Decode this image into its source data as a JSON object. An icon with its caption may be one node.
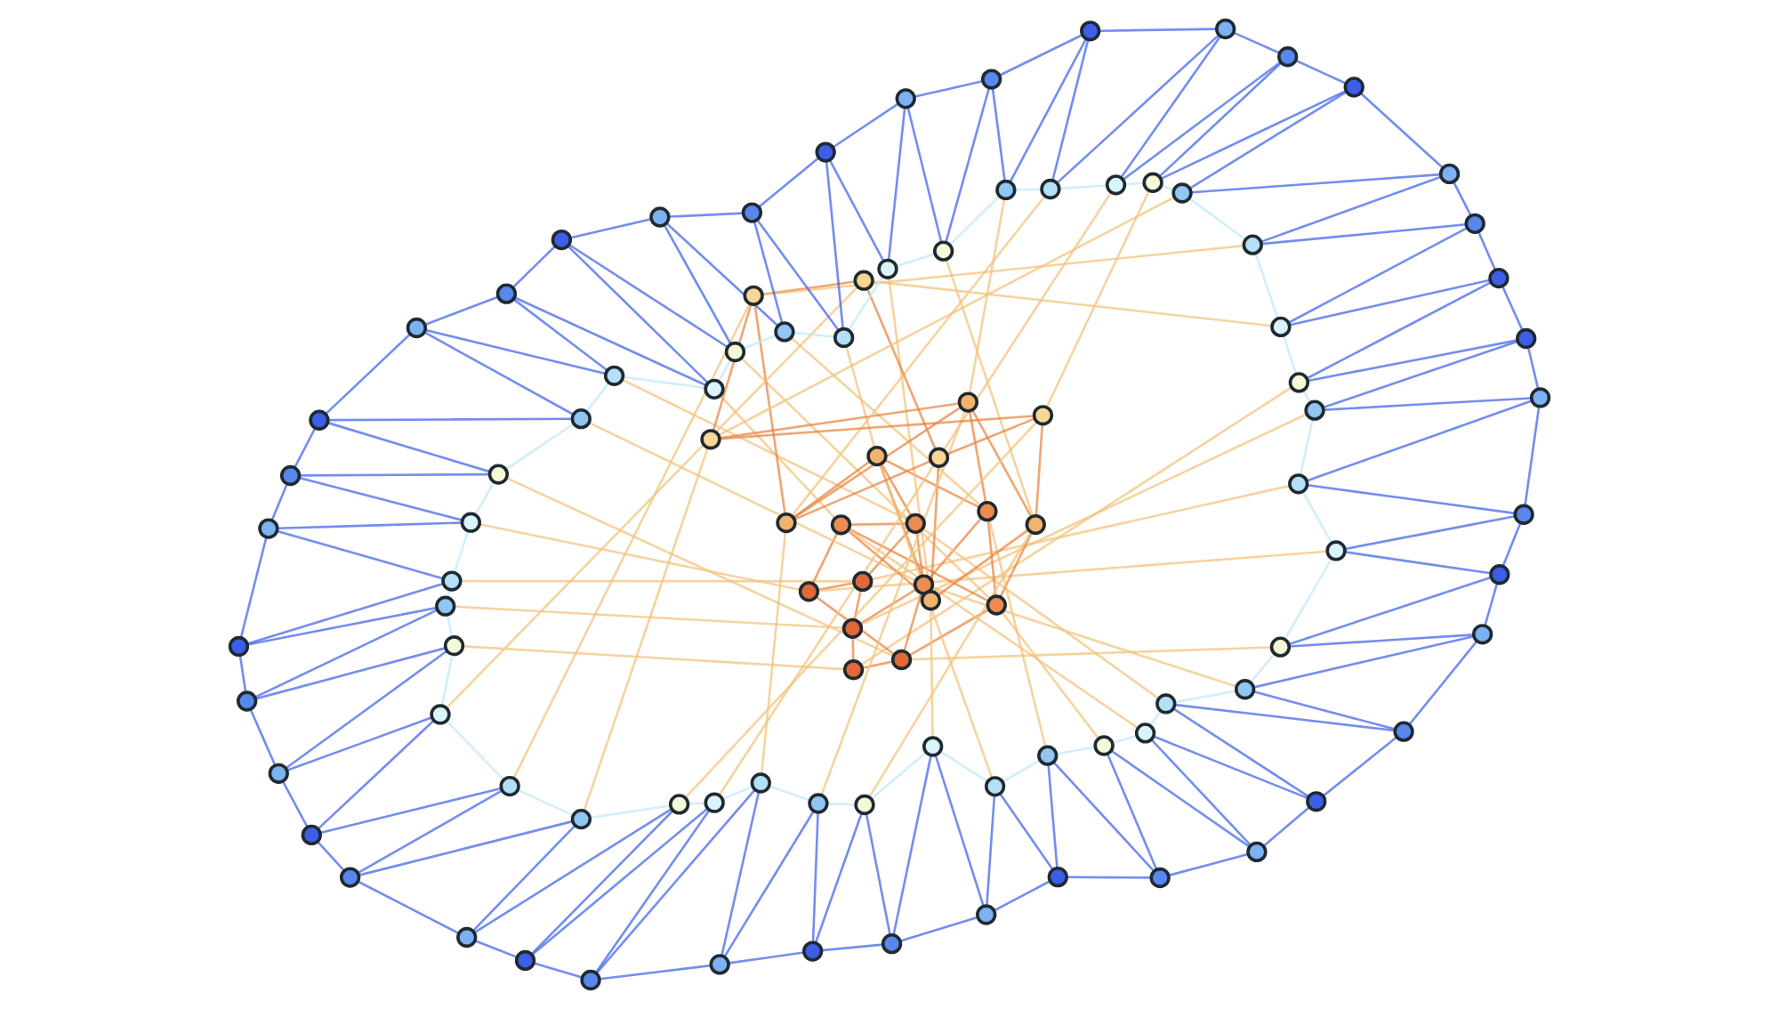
{
  "diagram": {
    "nodes": [
      {
        "text": [],
        "shape": "circle"
      },
      {
        "text": [],
        "shape": "circle"
      },
      {
        "text": [],
        "shape": "circle"
      },
      {
        "text": [],
        "shape": "circle"
      },
      {
        "text": [],
        "shape": "circle"
      },
      {
        "text": [],
        "shape": "circle"
      },
      {
        "text": [],
        "shape": "circle"
      },
      {
        "text": [],
        "shape": "circle"
      },
      {
        "text": [],
        "shape": "circle"
      },
      {
        "text": [],
        "shape": "circle"
      },
      {
        "text": [],
        "shape": "circle"
      },
      {
        "text": [],
        "shape": "circle"
      },
      {
        "text": [],
        "shape": "circle"
      },
      {
        "text": [],
        "shape": "circle"
      },
      {
        "text": [],
        "shape": "circle"
      },
      {
        "text": [],
        "shape": "circle"
      },
      {
        "text": [],
        "shape": "circle"
      },
      {
        "text": [],
        "shape": "circle"
      },
      {
        "text": [],
        "shape": "circle"
      },
      {
        "text": [],
        "shape": "circle"
      },
      {
        "text": [],
        "shape": "circle"
      },
      {
        "text": [],
        "shape": "circle"
      },
      {
        "text": [],
        "shape": "circle"
      },
      {
        "text": [],
        "shape": "circle"
      },
      {
        "text": [],
        "shape": "circle"
      },
      {
        "text": [],
        "shape": "circle"
      },
      {
        "text": [],
        "shape": "circle"
      },
      {
        "text": [],
        "shape": "circle"
      },
      {
        "text": [],
        "shape": "circle"
      },
      {
        "text": [],
        "shape": "circle"
      },
      {
        "text": [],
        "shape": "circle"
      },
      {
        "text": [],
        "shape": "circle"
      },
      {
        "text": [],
        "shape": "circle"
      },
      {
        "text": [],
        "shape": "circle"
      },
      {
        "text": [],
        "shape": "circle"
      },
      {
        "text": [],
        "shape": "circle"
      },
      {
        "text": [],
        "shape": "circle"
      },
      {
        "text": [],
        "shape": "circle"
      },
      {
        "text": [],
        "shape": "circle"
      },
      {
        "text": [],
        "shape": "circle"
      },
      {
        "text": [],
        "shape": "circle"
      },
      {
        "text": [],
        "shape": "circle"
      },
      {
        "text": [],
        "shape": "circle"
      },
      {
        "text": [],
        "shape": "circle"
      },
      {
        "text": [],
        "shape": "circle"
      },
      {
        "text": [],
        "shape": "circle"
      },
      {
        "text": [],
        "shape": "circle"
      },
      {
        "text": [],
        "shape": "circle"
      },
      {
        "text": [],
        "shape": "circle"
      },
      {
        "text": [],
        "shape": "circle"
      },
      {
        "text": [],
        "shape": "circle"
      },
      {
        "text": [],
        "shape": "circle"
      },
      {
        "text": [],
        "shape": "circle"
      },
      {
        "text": [],
        "shape": "circle"
      },
      {
        "text": [],
        "shape": "circle"
      },
      {
        "text": [],
        "shape": "circle"
      },
      {
        "text": [],
        "shape": "circle"
      },
      {
        "text": [],
        "shape": "circle"
      },
      {
        "text": [],
        "shape": "circle"
      },
      {
        "text": [],
        "shape": "circle"
      },
      {
        "text": [],
        "shape": "circle"
      },
      {
        "text": [],
        "shape": "circle"
      },
      {
        "text": [],
        "shape": "circle"
      },
      {
        "text": [],
        "shape": "circle"
      },
      {
        "text": [],
        "shape": "circle"
      },
      {
        "text": [],
        "shape": "circle"
      },
      {
        "text": [],
        "shape": "circle"
      },
      {
        "text": [],
        "shape": "circle"
      },
      {
        "text": [],
        "shape": "circle"
      },
      {
        "text": [],
        "shape": "circle"
      },
      {
        "text": [],
        "shape": "circle"
      },
      {
        "text": [],
        "shape": "circle"
      },
      {
        "text": [],
        "shape": "circle"
      },
      {
        "text": [],
        "shape": "circle"
      },
      {
        "text": [],
        "shape": "circle"
      },
      {
        "text": [],
        "shape": "circle"
      },
      {
        "text": [],
        "shape": "circle"
      },
      {
        "text": [],
        "shape": "circle"
      },
      {
        "text": [],
        "shape": "circle"
      },
      {
        "text": [],
        "shape": "circle"
      },
      {
        "text": [],
        "shape": "circle"
      },
      {
        "text": [],
        "shape": "circle"
      },
      {
        "text": [],
        "shape": "circle"
      },
      {
        "text": [],
        "shape": "circle"
      },
      {
        "text": [],
        "shape": "circle"
      },
      {
        "text": [],
        "shape": "circle"
      },
      {
        "text": [],
        "shape": "circle"
      },
      {
        "text": [],
        "shape": "circle"
      },
      {
        "text": [],
        "shape": "circle"
      },
      {
        "text": [],
        "shape": "circle"
      },
      {
        "text": [],
        "shape": "circle"
      },
      {
        "text": [],
        "shape": "circle"
      },
      {
        "text": [],
        "shape": "circle"
      },
      {
        "text": [],
        "shape": "circle"
      },
      {
        "text": [],
        "shape": "circle"
      },
      {
        "text": [],
        "shape": "circle"
      },
      {
        "text": [],
        "shape": "circle"
      },
      {
        "text": [],
        "shape": "circle"
      },
      {
        "text": [],
        "shape": "circle"
      },
      {
        "text": [],
        "shape": "circle"
      }
    ],
    "edges": [
      {
        "from": 0,
        "to": 1,
        "arrow": "none",
        "color": "#e8843f"
      },
      {
        "from": 1,
        "to": 2,
        "arrow": "none",
        "color": "#e8843f"
      },
      {
        "from": 2,
        "to": 3,
        "arrow": "none",
        "color": "#e8843f"
      },
      {
        "from": 3,
        "to": 4,
        "arrow": "none",
        "color": "#e8843f"
      },
      {
        "from": 4,
        "to": 5,
        "arrow": "none",
        "color": "#e8843f"
      },
      {
        "from": 5,
        "to": 6,
        "arrow": "none",
        "color": "#e8843f"
      },
      {
        "from": 6,
        "to": 7,
        "arrow": "none",
        "color": "#e8843f"
      },
      {
        "from": 7,
        "to": 8,
        "arrow": "none",
        "color": "#e8843f"
      },
      {
        "from": 8,
        "to": 9,
        "arrow": "none",
        "color": "#e8843f"
      },
      {
        "from": 9,
        "to": 10,
        "arrow": "none",
        "color": "#e8843f"
      },
      {
        "from": 10,
        "to": 11,
        "arrow": "none",
        "color": "#e8843f"
      },
      {
        "from": 11,
        "to": 12,
        "arrow": "none",
        "color": "#e8843f"
      },
      {
        "from": 12,
        "to": 13,
        "arrow": "none",
        "color": "#e8843f"
      },
      {
        "from": 13,
        "to": 14,
        "arrow": "none",
        "color": "#e8843f"
      },
      {
        "from": 14,
        "to": 15,
        "arrow": "none",
        "color": "#e8843f"
      },
      {
        "from": 15,
        "to": 16,
        "arrow": "none",
        "color": "#e8843f"
      },
      {
        "from": 16,
        "to": 17,
        "arrow": "none",
        "color": "#e8843f"
      },
      {
        "from": 17,
        "to": 18,
        "arrow": "none",
        "color": "#e8843f"
      },
      {
        "from": 18,
        "to": 19,
        "arrow": "none",
        "color": "#e8843f"
      },
      {
        "from": 0,
        "to": 4,
        "arrow": "none",
        "color": "#e8843f"
      },
      {
        "from": 1,
        "to": 5,
        "arrow": "none",
        "color": "#e8843f"
      },
      {
        "from": 2,
        "to": 6,
        "arrow": "none",
        "color": "#e8843f"
      },
      {
        "from": 3,
        "to": 7,
        "arrow": "none",
        "color": "#e8843f"
      },
      {
        "from": 4,
        "to": 8,
        "arrow": "none",
        "color": "#e8843f"
      },
      {
        "from": 5,
        "to": 9,
        "arrow": "none",
        "color": "#e8843f"
      },
      {
        "from": 6,
        "to": 10,
        "arrow": "none",
        "color": "#e8843f"
      },
      {
        "from": 7,
        "to": 11,
        "arrow": "none",
        "color": "#e8843f"
      },
      {
        "from": 8,
        "to": 12,
        "arrow": "none",
        "color": "#e8843f"
      },
      {
        "from": 9,
        "to": 13,
        "arrow": "none",
        "color": "#e8843f"
      },
      {
        "from": 10,
        "to": 14,
        "arrow": "none",
        "color": "#e8843f"
      },
      {
        "from": 11,
        "to": 15,
        "arrow": "none",
        "color": "#e8843f"
      },
      {
        "from": 12,
        "to": 16,
        "arrow": "none",
        "color": "#e8843f"
      },
      {
        "from": 13,
        "to": 17,
        "arrow": "none",
        "color": "#e8843f"
      },
      {
        "from": 14,
        "to": 18,
        "arrow": "none",
        "color": "#e8843f"
      },
      {
        "from": 15,
        "to": 19,
        "arrow": "none",
        "color": "#e8843f"
      },
      {
        "from": 0,
        "to": 20,
        "arrow": "none",
        "color": "#f2c27a"
      },
      {
        "from": 1,
        "to": 21,
        "arrow": "none",
        "color": "#f2c27a"
      },
      {
        "from": 2,
        "to": 22,
        "arrow": "none",
        "color": "#f2c27a"
      },
      {
        "from": 3,
        "to": 23,
        "arrow": "none",
        "color": "#f2c27a"
      },
      {
        "from": 4,
        "to": 24,
        "arrow": "none",
        "color": "#f2c27a"
      },
      {
        "from": 5,
        "to": 25,
        "arrow": "none",
        "color": "#f2c27a"
      },
      {
        "from": 6,
        "to": 26,
        "arrow": "none",
        "color": "#f2c27a"
      },
      {
        "from": 7,
        "to": 27,
        "arrow": "none",
        "color": "#f2c27a"
      },
      {
        "from": 8,
        "to": 28,
        "arrow": "none",
        "color": "#f2c27a"
      },
      {
        "from": 9,
        "to": 29,
        "arrow": "none",
        "color": "#f2c27a"
      },
      {
        "from": 10,
        "to": 30,
        "arrow": "none",
        "color": "#f2c27a"
      },
      {
        "from": 11,
        "to": 31,
        "arrow": "none",
        "color": "#f2c27a"
      },
      {
        "from": 12,
        "to": 32,
        "arrow": "none",
        "color": "#f2c27a"
      },
      {
        "from": 13,
        "to": 33,
        "arrow": "none",
        "color": "#f2c27a"
      },
      {
        "from": 14,
        "to": 34,
        "arrow": "none",
        "color": "#f2c27a"
      },
      {
        "from": 15,
        "to": 35,
        "arrow": "none",
        "color": "#f2c27a"
      },
      {
        "from": 16,
        "to": 36,
        "arrow": "none",
        "color": "#f2c27a"
      },
      {
        "from": 17,
        "to": 37,
        "arrow": "none",
        "color": "#f2c27a"
      },
      {
        "from": 18,
        "to": 38,
        "arrow": "none",
        "color": "#f2c27a"
      },
      {
        "from": 19,
        "to": 39,
        "arrow": "none",
        "color": "#f2c27a"
      },
      {
        "from": 0,
        "to": 40,
        "arrow": "none",
        "color": "#f2c27a"
      },
      {
        "from": 1,
        "to": 41,
        "arrow": "none",
        "color": "#f2c27a"
      },
      {
        "from": 2,
        "to": 42,
        "arrow": "none",
        "color": "#f2c27a"
      },
      {
        "from": 3,
        "to": 43,
        "arrow": "none",
        "color": "#f2c27a"
      },
      {
        "from": 4,
        "to": 44,
        "arrow": "none",
        "color": "#f2c27a"
      },
      {
        "from": 5,
        "to": 45,
        "arrow": "none",
        "color": "#f2c27a"
      },
      {
        "from": 6,
        "to": 46,
        "arrow": "none",
        "color": "#f2c27a"
      },
      {
        "from": 7,
        "to": 47,
        "arrow": "none",
        "color": "#f2c27a"
      },
      {
        "from": 8,
        "to": 48,
        "arrow": "none",
        "color": "#f2c27a"
      },
      {
        "from": 9,
        "to": 49,
        "arrow": "none",
        "color": "#f2c27a"
      },
      {
        "from": 10,
        "to": 50,
        "arrow": "none",
        "color": "#f2c27a"
      },
      {
        "from": 11,
        "to": 51,
        "arrow": "none",
        "color": "#f2c27a"
      },
      {
        "from": 12,
        "to": 52,
        "arrow": "none",
        "color": "#f2c27a"
      },
      {
        "from": 13,
        "to": 53,
        "arrow": "none",
        "color": "#f2c27a"
      },
      {
        "from": 14,
        "to": 54,
        "arrow": "none",
        "color": "#f2c27a"
      },
      {
        "from": 15,
        "to": 55,
        "arrow": "none",
        "color": "#f2c27a"
      },
      {
        "from": 16,
        "to": 56,
        "arrow": "none",
        "color": "#f2c27a"
      },
      {
        "from": 17,
        "to": 57,
        "arrow": "none",
        "color": "#f2c27a"
      },
      {
        "from": 18,
        "to": 58,
        "arrow": "none",
        "color": "#f2c27a"
      },
      {
        "from": 19,
        "to": 59,
        "arrow": "none",
        "color": "#f2c27a"
      },
      {
        "from": 20,
        "to": 21,
        "arrow": "none",
        "color": "#bfe9f7"
      },
      {
        "from": 21,
        "to": 22,
        "arrow": "none",
        "color": "#bfe9f7"
      },
      {
        "from": 22,
        "to": 23,
        "arrow": "none",
        "color": "#bfe9f7"
      },
      {
        "from": 23,
        "to": 24,
        "arrow": "none",
        "color": "#bfe9f7"
      },
      {
        "from": 24,
        "to": 25,
        "arrow": "none",
        "color": "#bfe9f7"
      },
      {
        "from": 25,
        "to": 26,
        "arrow": "none",
        "color": "#bfe9f7"
      },
      {
        "from": 26,
        "to": 27,
        "arrow": "none",
        "color": "#bfe9f7"
      },
      {
        "from": 27,
        "to": 28,
        "arrow": "none",
        "color": "#bfe9f7"
      },
      {
        "from": 28,
        "to": 29,
        "arrow": "none",
        "color": "#bfe9f7"
      },
      {
        "from": 29,
        "to": 30,
        "arrow": "none",
        "color": "#bfe9f7"
      },
      {
        "from": 30,
        "to": 31,
        "arrow": "none",
        "color": "#bfe9f7"
      },
      {
        "from": 31,
        "to": 32,
        "arrow": "none",
        "color": "#bfe9f7"
      },
      {
        "from": 32,
        "to": 33,
        "arrow": "none",
        "color": "#bfe9f7"
      },
      {
        "from": 33,
        "to": 34,
        "arrow": "none",
        "color": "#bfe9f7"
      },
      {
        "from": 34,
        "to": 35,
        "arrow": "none",
        "color": "#bfe9f7"
      },
      {
        "from": 35,
        "to": 36,
        "arrow": "none",
        "color": "#bfe9f7"
      },
      {
        "from": 36,
        "to": 37,
        "arrow": "none",
        "color": "#bfe9f7"
      },
      {
        "from": 37,
        "to": 38,
        "arrow": "none",
        "color": "#bfe9f7"
      },
      {
        "from": 38,
        "to": 39,
        "arrow": "none",
        "color": "#bfe9f7"
      },
      {
        "from": 39,
        "to": 40,
        "arrow": "none",
        "color": "#bfe9f7"
      },
      {
        "from": 40,
        "to": 41,
        "arrow": "none",
        "color": "#bfe9f7"
      },
      {
        "from": 41,
        "to": 42,
        "arrow": "none",
        "color": "#bfe9f7"
      },
      {
        "from": 42,
        "to": 43,
        "arrow": "none",
        "color": "#bfe9f7"
      },
      {
        "from": 43,
        "to": 44,
        "arrow": "none",
        "color": "#bfe9f7"
      },
      {
        "from": 44,
        "to": 45,
        "arrow": "none",
        "color": "#bfe9f7"
      },
      {
        "from": 45,
        "to": 46,
        "arrow": "none",
        "color": "#bfe9f7"
      },
      {
        "from": 46,
        "to": 47,
        "arrow": "none",
        "color": "#bfe9f7"
      },
      {
        "from": 47,
        "to": 48,
        "arrow": "none",
        "color": "#bfe9f7"
      },
      {
        "from": 48,
        "to": 49,
        "arrow": "none",
        "color": "#bfe9f7"
      },
      {
        "from": 49,
        "to": 50,
        "arrow": "none",
        "color": "#bfe9f7"
      },
      {
        "from": 50,
        "to": 51,
        "arrow": "none",
        "color": "#bfe9f7"
      },
      {
        "from": 51,
        "to": 52,
        "arrow": "none",
        "color": "#bfe9f7"
      },
      {
        "from": 52,
        "to": 53,
        "arrow": "none",
        "color": "#bfe9f7"
      },
      {
        "from": 53,
        "to": 54,
        "arrow": "none",
        "color": "#bfe9f7"
      },
      {
        "from": 54,
        "to": 55,
        "arrow": "none",
        "color": "#bfe9f7"
      },
      {
        "from": 55,
        "to": 56,
        "arrow": "none",
        "color": "#bfe9f7"
      },
      {
        "from": 56,
        "to": 57,
        "arrow": "none",
        "color": "#bfe9f7"
      },
      {
        "from": 57,
        "to": 58,
        "arrow": "none",
        "color": "#bfe9f7"
      },
      {
        "from": 58,
        "to": 59,
        "arrow": "none",
        "color": "#bfe9f7"
      },
      {
        "from": 59,
        "to": 20,
        "arrow": "none",
        "color": "#bfe9f7"
      },
      {
        "from": 20,
        "to": 60,
        "arrow": "none"
      },
      {
        "from": 21,
        "to": 61,
        "arrow": "none"
      },
      {
        "from": 22,
        "to": 62,
        "arrow": "none"
      },
      {
        "from": 23,
        "to": 63,
        "arrow": "none"
      },
      {
        "from": 24,
        "to": 64,
        "arrow": "none"
      },
      {
        "from": 25,
        "to": 65,
        "arrow": "none"
      },
      {
        "from": 26,
        "to": 66,
        "arrow": "none"
      },
      {
        "from": 27,
        "to": 67,
        "arrow": "none"
      },
      {
        "from": 28,
        "to": 68,
        "arrow": "none"
      },
      {
        "from": 29,
        "to": 69,
        "arrow": "none"
      },
      {
        "from": 30,
        "to": 70,
        "arrow": "none"
      },
      {
        "from": 31,
        "to": 71,
        "arrow": "none"
      },
      {
        "from": 32,
        "to": 72,
        "arrow": "none"
      },
      {
        "from": 33,
        "to": 73,
        "arrow": "none"
      },
      {
        "from": 34,
        "to": 74,
        "arrow": "none"
      },
      {
        "from": 35,
        "to": 75,
        "arrow": "none"
      },
      {
        "from": 36,
        "to": 76,
        "arrow": "none"
      },
      {
        "from": 37,
        "to": 77,
        "arrow": "none"
      },
      {
        "from": 38,
        "to": 78,
        "arrow": "none"
      },
      {
        "from": 39,
        "to": 79,
        "arrow": "none"
      },
      {
        "from": 40,
        "to": 80,
        "arrow": "none"
      },
      {
        "from": 41,
        "to": 81,
        "arrow": "none"
      },
      {
        "from": 42,
        "to": 82,
        "arrow": "none"
      },
      {
        "from": 43,
        "to": 83,
        "arrow": "none"
      },
      {
        "from": 44,
        "to": 84,
        "arrow": "none"
      },
      {
        "from": 45,
        "to": 85,
        "arrow": "none"
      },
      {
        "from": 46,
        "to": 86,
        "arrow": "none"
      },
      {
        "from": 47,
        "to": 87,
        "arrow": "none"
      },
      {
        "from": 48,
        "to": 88,
        "arrow": "none"
      },
      {
        "from": 49,
        "to": 89,
        "arrow": "none"
      },
      {
        "from": 50,
        "to": 90,
        "arrow": "none"
      },
      {
        "from": 51,
        "to": 91,
        "arrow": "none"
      },
      {
        "from": 52,
        "to": 92,
        "arrow": "none"
      },
      {
        "from": 53,
        "to": 93,
        "arrow": "none"
      },
      {
        "from": 54,
        "to": 94,
        "arrow": "none"
      },
      {
        "from": 55,
        "to": 95,
        "arrow": "none"
      },
      {
        "from": 56,
        "to": 96,
        "arrow": "none"
      },
      {
        "from": 57,
        "to": 97,
        "arrow": "none"
      },
      {
        "from": 58,
        "to": 98,
        "arrow": "none"
      },
      {
        "from": 59,
        "to": 99,
        "arrow": "none"
      },
      {
        "from": 60,
        "to": 61,
        "arrow": "none"
      },
      {
        "from": 61,
        "to": 62,
        "arrow": "none"
      },
      {
        "from": 62,
        "to": 63,
        "arrow": "none"
      },
      {
        "from": 63,
        "to": 64,
        "arrow": "none"
      },
      {
        "from": 64,
        "to": 65,
        "arrow": "none"
      },
      {
        "from": 65,
        "to": 66,
        "arrow": "none"
      },
      {
        "from": 66,
        "to": 67,
        "arrow": "none"
      },
      {
        "from": 67,
        "to": 68,
        "arrow": "none"
      },
      {
        "from": 68,
        "to": 69,
        "arrow": "none"
      },
      {
        "from": 69,
        "to": 70,
        "arrow": "none"
      },
      {
        "from": 70,
        "to": 71,
        "arrow": "none"
      },
      {
        "from": 71,
        "to": 72,
        "arrow": "none"
      },
      {
        "from": 72,
        "to": 73,
        "arrow": "none"
      },
      {
        "from": 73,
        "to": 74,
        "arrow": "none"
      },
      {
        "from": 74,
        "to": 75,
        "arrow": "none"
      },
      {
        "from": 75,
        "to": 76,
        "arrow": "none"
      },
      {
        "from": 76,
        "to": 77,
        "arrow": "none"
      },
      {
        "from": 77,
        "to": 78,
        "arrow": "none"
      },
      {
        "from": 78,
        "to": 79,
        "arrow": "none"
      },
      {
        "from": 79,
        "to": 80,
        "arrow": "none"
      },
      {
        "from": 80,
        "to": 81,
        "arrow": "none"
      },
      {
        "from": 81,
        "to": 82,
        "arrow": "none"
      },
      {
        "from": 82,
        "to": 83,
        "arrow": "none"
      },
      {
        "from": 83,
        "to": 84,
        "arrow": "none"
      },
      {
        "from": 84,
        "to": 85,
        "arrow": "none"
      },
      {
        "from": 85,
        "to": 86,
        "arrow": "none"
      },
      {
        "from": 86,
        "to": 87,
        "arrow": "none"
      },
      {
        "from": 87,
        "to": 88,
        "arrow": "none"
      },
      {
        "from": 88,
        "to": 89,
        "arrow": "none"
      },
      {
        "from": 89,
        "to": 90,
        "arrow": "none"
      },
      {
        "from": 90,
        "to": 91,
        "arrow": "none"
      },
      {
        "from": 91,
        "to": 92,
        "arrow": "none"
      },
      {
        "from": 92,
        "to": 93,
        "arrow": "none"
      },
      {
        "from": 93,
        "to": 94,
        "arrow": "none"
      },
      {
        "from": 94,
        "to": 95,
        "arrow": "none"
      },
      {
        "from": 95,
        "to": 96,
        "arrow": "none"
      },
      {
        "from": 96,
        "to": 97,
        "arrow": "none"
      },
      {
        "from": 97,
        "to": 98,
        "arrow": "none"
      },
      {
        "from": 98,
        "to": 99,
        "arrow": "none"
      },
      {
        "from": 99,
        "to": 60,
        "arrow": "none"
      },
      {
        "from": 60,
        "to": 21,
        "arrow": "none"
      },
      {
        "from": 61,
        "to": 22,
        "arrow": "none"
      },
      {
        "from": 62,
        "to": 23,
        "arrow": "none"
      },
      {
        "from": 63,
        "to": 24,
        "arrow": "none"
      },
      {
        "from": 64,
        "to": 25,
        "arrow": "none"
      },
      {
        "from": 65,
        "to": 26,
        "arrow": "none"
      },
      {
        "from": 66,
        "to": 27,
        "arrow": "none"
      },
      {
        "from": 67,
        "to": 28,
        "arrow": "none"
      },
      {
        "from": 68,
        "to": 29,
        "arrow": "none"
      },
      {
        "from": 69,
        "to": 30,
        "arrow": "none"
      },
      {
        "from": 70,
        "to": 31,
        "arrow": "none"
      },
      {
        "from": 71,
        "to": 32,
        "arrow": "none"
      },
      {
        "from": 72,
        "to": 33,
        "arrow": "none"
      },
      {
        "from": 73,
        "to": 34,
        "arrow": "none"
      },
      {
        "from": 74,
        "to": 35,
        "arrow": "none"
      },
      {
        "from": 75,
        "to": 36,
        "arrow": "none"
      },
      {
        "from": 76,
        "to": 37,
        "arrow": "none"
      },
      {
        "from": 77,
        "to": 38,
        "arrow": "none"
      },
      {
        "from": 78,
        "to": 39,
        "arrow": "none"
      },
      {
        "from": 79,
        "to": 40,
        "arrow": "none"
      },
      {
        "from": 80,
        "to": 41,
        "arrow": "none"
      },
      {
        "from": 81,
        "to": 42,
        "arrow": "none"
      },
      {
        "from": 82,
        "to": 43,
        "arrow": "none"
      },
      {
        "from": 83,
        "to": 44,
        "arrow": "none"
      },
      {
        "from": 84,
        "to": 45,
        "arrow": "none"
      },
      {
        "from": 85,
        "to": 46,
        "arrow": "none"
      },
      {
        "from": 86,
        "to": 47,
        "arrow": "none"
      },
      {
        "from": 87,
        "to": 48,
        "arrow": "none"
      },
      {
        "from": 88,
        "to": 49,
        "arrow": "none"
      },
      {
        "from": 89,
        "to": 50,
        "arrow": "none"
      },
      {
        "from": 90,
        "to": 51,
        "arrow": "none"
      },
      {
        "from": 91,
        "to": 52,
        "arrow": "none"
      },
      {
        "from": 92,
        "to": 53,
        "arrow": "none"
      },
      {
        "from": 93,
        "to": 54,
        "arrow": "none"
      },
      {
        "from": 94,
        "to": 55,
        "arrow": "none"
      },
      {
        "from": 95,
        "to": 56,
        "arrow": "none"
      },
      {
        "from": 96,
        "to": 57,
        "arrow": "none"
      },
      {
        "from": 97,
        "to": 58,
        "arrow": "none"
      },
      {
        "from": 98,
        "to": 59,
        "arrow": "none"
      },
      {
        "from": 99,
        "to": 20,
        "arrow": "none"
      }
    ]
  }
}
